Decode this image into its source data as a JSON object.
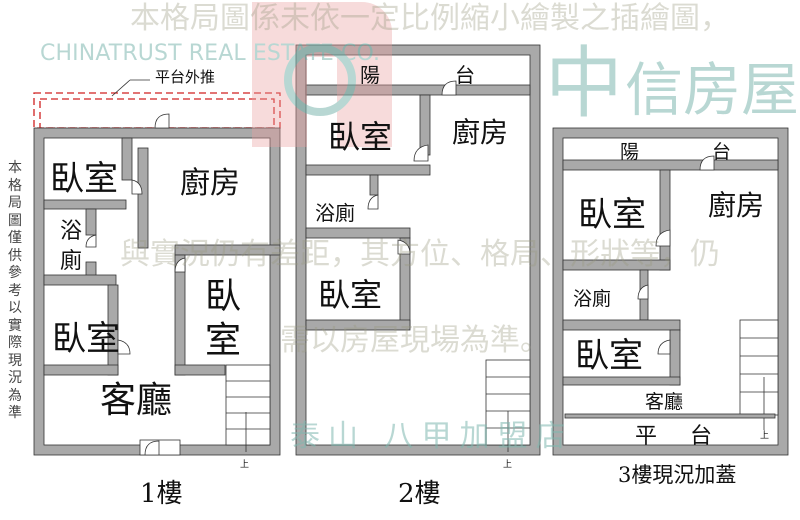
{
  "side_note": "本格局圖僅供參考以實際現況為準",
  "logo": {
    "brand_cn_1": "中",
    "brand_cn_2": "信房屋",
    "brand_en": "CHINATRUST REAL ESTATE CO.",
    "branch": "泰山 八甲加盟店",
    "logo_color": "#e8a0a0",
    "text_color": "#7fb8b0"
  },
  "watermark": {
    "line1": "本格局圖係未依一定比例縮小繪製之插繪圖，",
    "line2": "與實況仍有差距，其方位、格局、形狀等，仍",
    "line3": "需以房屋現場為準。"
  },
  "floor1": {
    "caption": "1樓",
    "platform_label": "平台外推",
    "bedroom_top": "臥室",
    "kitchen": "廚房",
    "bath_1": "浴",
    "bath_2": "廁",
    "bedroom_left": "臥室",
    "bedroom_right_1": "臥",
    "bedroom_right_2": "室",
    "living": "客廳",
    "stair_mark": "上"
  },
  "floor2": {
    "caption": "2樓",
    "balcony_1": "陽",
    "balcony_2": "台",
    "bedroom_top": "臥室",
    "kitchen": "廚房",
    "bath": "浴廁",
    "bedroom_mid": "臥室",
    "stair_mark": "上"
  },
  "floor3": {
    "caption": "3樓現況加蓋",
    "balcony_1": "陽",
    "balcony_2": "台",
    "bedroom_top": "臥室",
    "kitchen": "廚房",
    "bath": "浴廁",
    "bedroom_mid": "臥室",
    "living": "客廳",
    "terrace_1": "平",
    "terrace_2": "台",
    "stair_mark": "上"
  },
  "colors": {
    "wall": "#a9a9a9",
    "platform_dash": "#d02020"
  }
}
